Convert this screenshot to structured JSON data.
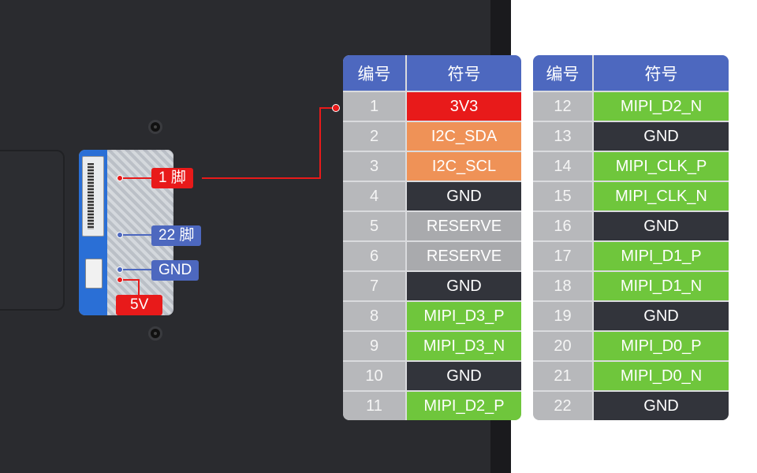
{
  "callouts": {
    "pin1": "1 脚",
    "pin22": "22 脚",
    "gnd": "GND",
    "v5": "5V"
  },
  "colors": {
    "red": "#e81a1a",
    "orange": "#ef9257",
    "dark": "#32343b",
    "gray": "#a9aaad",
    "green": "#6fc63c",
    "header": "#4d68bf",
    "number": "#b7b8bb"
  },
  "table_left": {
    "headers": [
      "编号",
      "符号"
    ],
    "rows": [
      {
        "num": "1",
        "sig": "3V3",
        "color": "red"
      },
      {
        "num": "2",
        "sig": "I2C_SDA",
        "color": "orange"
      },
      {
        "num": "3",
        "sig": "I2C_SCL",
        "color": "orange"
      },
      {
        "num": "4",
        "sig": "GND",
        "color": "dark"
      },
      {
        "num": "5",
        "sig": "RESERVE",
        "color": "gray"
      },
      {
        "num": "6",
        "sig": "RESERVE",
        "color": "gray"
      },
      {
        "num": "7",
        "sig": "GND",
        "color": "dark"
      },
      {
        "num": "8",
        "sig": "MIPI_D3_P",
        "color": "green"
      },
      {
        "num": "9",
        "sig": "MIPI_D3_N",
        "color": "green"
      },
      {
        "num": "10",
        "sig": "GND",
        "color": "dark"
      },
      {
        "num": "11",
        "sig": "MIPI_D2_P",
        "color": "green"
      }
    ]
  },
  "table_right": {
    "headers": [
      "编号",
      "符号"
    ],
    "rows": [
      {
        "num": "12",
        "sig": "MIPI_D2_N",
        "color": "green"
      },
      {
        "num": "13",
        "sig": "GND",
        "color": "dark"
      },
      {
        "num": "14",
        "sig": "MIPI_CLK_P",
        "color": "green"
      },
      {
        "num": "15",
        "sig": "MIPI_CLK_N",
        "color": "green"
      },
      {
        "num": "16",
        "sig": "GND",
        "color": "dark"
      },
      {
        "num": "17",
        "sig": "MIPI_D1_P",
        "color": "green"
      },
      {
        "num": "18",
        "sig": "MIPI_D1_N",
        "color": "green"
      },
      {
        "num": "19",
        "sig": "GND",
        "color": "dark"
      },
      {
        "num": "20",
        "sig": "MIPI_D0_P",
        "color": "green"
      },
      {
        "num": "21",
        "sig": "MIPI_D0_N",
        "color": "green"
      },
      {
        "num": "22",
        "sig": "GND",
        "color": "dark"
      }
    ]
  }
}
